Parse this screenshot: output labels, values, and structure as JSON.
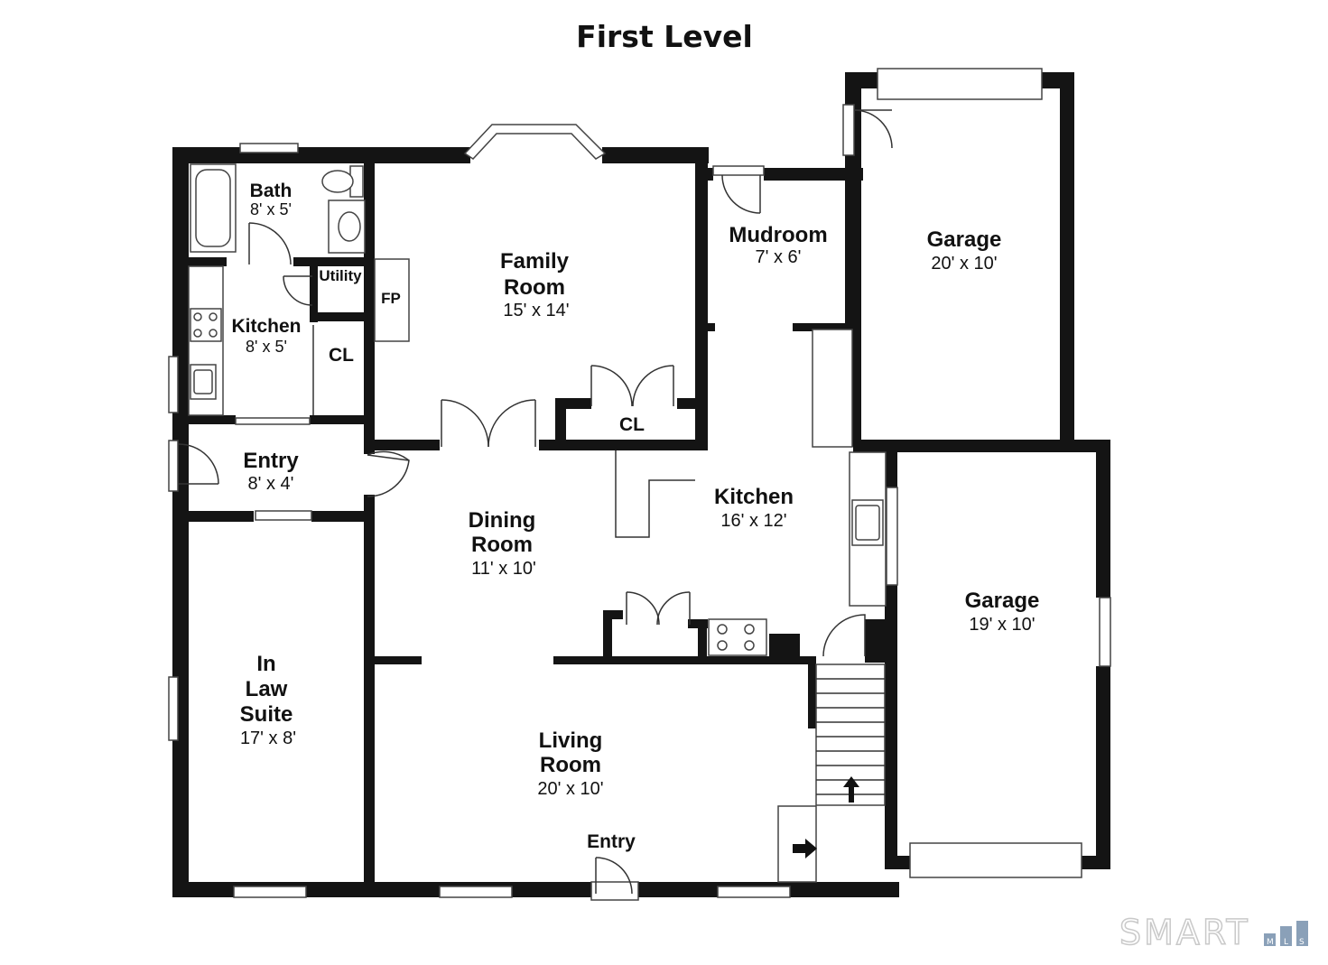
{
  "title": "First Level",
  "rooms": {
    "bath": {
      "name": "Bath",
      "dim": "8' x 5'"
    },
    "utility": {
      "name": "Utility"
    },
    "kitchen_small": {
      "name": "Kitchen",
      "dim": "8' x 5'"
    },
    "cl_small": {
      "name": "CL"
    },
    "fp": {
      "name": "FP"
    },
    "family_room": {
      "name_1": "Family",
      "name_2": "Room",
      "dim": "15' x 14'"
    },
    "cl_family": {
      "name": "CL"
    },
    "mudroom": {
      "name": "Mudroom",
      "dim": "7' x 6'"
    },
    "garage_upper": {
      "name": "Garage",
      "dim": "20' x 10'"
    },
    "entry_left": {
      "name": "Entry",
      "dim": "8' x 4'"
    },
    "kitchen_main": {
      "name": "Kitchen",
      "dim": "16' x 12'"
    },
    "dining_room": {
      "name_1": "Dining",
      "name_2": "Room",
      "dim": "11' x 10'"
    },
    "garage_lower": {
      "name": "Garage",
      "dim": "19' x 10'"
    },
    "in_law_suite": {
      "name_1": "In",
      "name_2": "Law",
      "name_3": "Suite",
      "dim": "17' x 8'"
    },
    "living_room": {
      "name_1": "Living",
      "name_2": "Room",
      "dim": "20' x 10'"
    },
    "entry_front": {
      "name": "Entry"
    }
  },
  "logo": {
    "text": "SMART",
    "letters": [
      "M",
      "L",
      "S"
    ]
  }
}
